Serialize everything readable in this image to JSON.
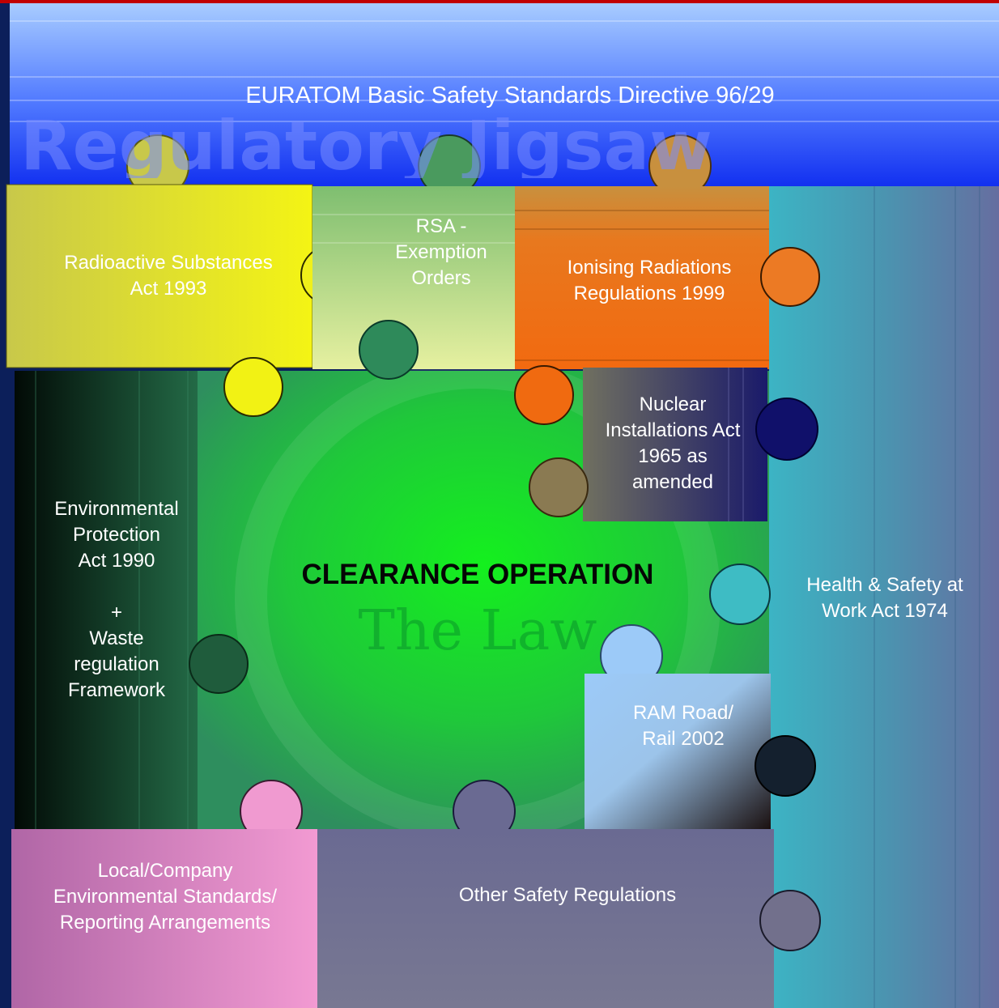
{
  "header": {
    "title": "EURATOM Basic Safety Standards Directive 96/29",
    "ghost_text": "Regulatory Jigsaw"
  },
  "center": {
    "title": "CLEARANCE OPERATION",
    "watermark": "The Law"
  },
  "pieces": {
    "radioactive_substances_act": "Radioactive Substances\nAct 1993",
    "rsa_exemption_orders": "RSA -\nExemption\nOrders",
    "ionising_radiations": "Ionising Radiations\nRegulations 1999",
    "nuclear_installations": "Nuclear\nInstallations Act\n1965 as\namended",
    "health_safety": "Health & Safety at\nWork Act 1974",
    "environmental_protection": "Environmental\nProtection\nAct 1990\n\n+\nWaste\nregulation\nFramework",
    "ram_road_rail": "RAM Road/\nRail 2002",
    "local_company": "Local/Company\nEnvironmental Standards/\nReporting Arrangements",
    "other_safety": "Other Safety Regulations"
  },
  "colors": {
    "background": "#0c1f5a",
    "header_top": "#a8ccff",
    "header_bottom": "#1230f0",
    "center_glow": "#14f01e",
    "center_edge": "#2e8e5e",
    "radioactive": "#e6e632",
    "rsa_orders": "#a9d48a",
    "ionising": "#e8781e",
    "nuclear": "#3a3a7a",
    "health_safety": "#4aa0b8",
    "environmental": "#184a30",
    "ram": "#9ccaf8",
    "local": "#e888cc",
    "other": "#6e6e92",
    "border_top": "#c00000"
  }
}
